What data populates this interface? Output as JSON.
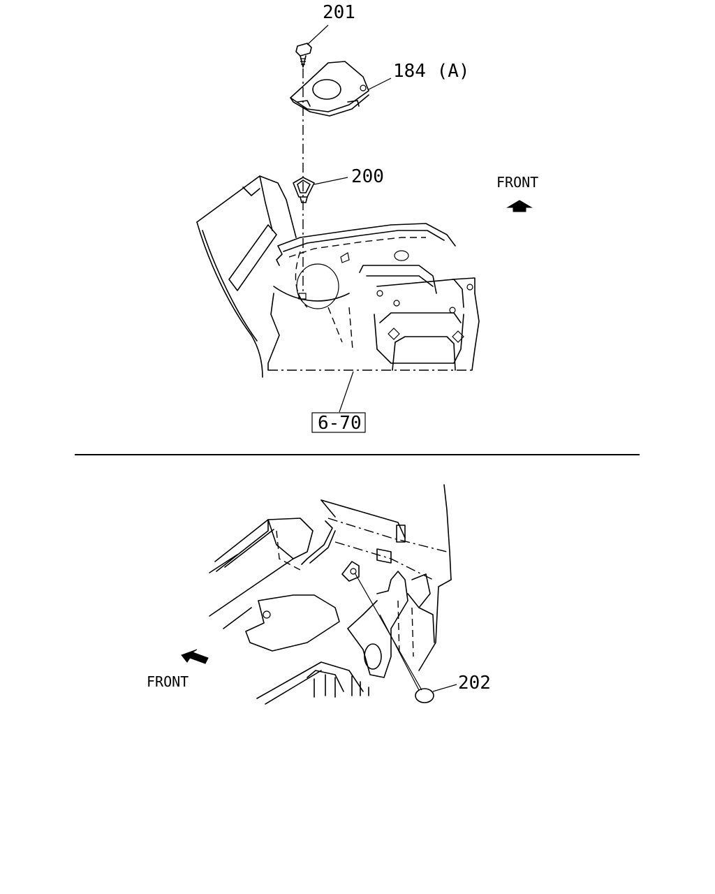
{
  "upper_view": {
    "callouts": {
      "bolt": "201",
      "bracket": "184 (A)",
      "clip_nut": "200",
      "ref_box": "6-70"
    },
    "direction_label": "FRONT"
  },
  "lower_view": {
    "callouts": {
      "plug": "202"
    },
    "direction_label": "FRONT"
  }
}
